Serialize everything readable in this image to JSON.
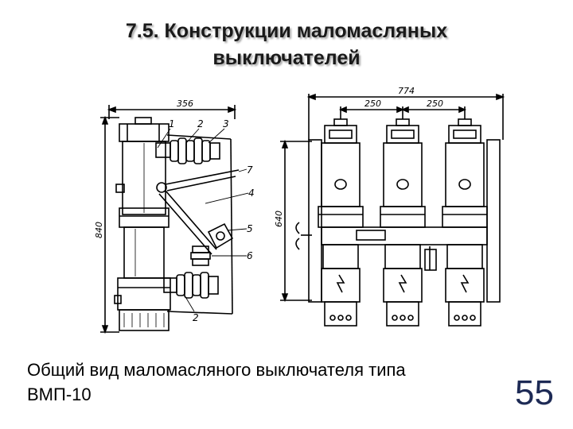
{
  "slide": {
    "title_line1": "7.5. Конструкции маломасляных",
    "title_line2": "выключателей",
    "caption_line1": "Общий вид маломасляного выключателя типа",
    "caption_line2": "ВМП-10",
    "page_number": "55"
  },
  "drawing": {
    "side_view": {
      "dim_width": "356",
      "dim_height": "840",
      "callouts": [
        "1",
        "2",
        "3",
        "7",
        "4",
        "5",
        "6",
        "2"
      ]
    },
    "front_view": {
      "dim_total_width": "774",
      "dim_pole_spacing_left": "250",
      "dim_pole_spacing_right": "250",
      "dim_height": "640"
    }
  },
  "colors": {
    "title": "#1a1a1a",
    "page_number": "#1d2a55",
    "line": "#000000"
  }
}
